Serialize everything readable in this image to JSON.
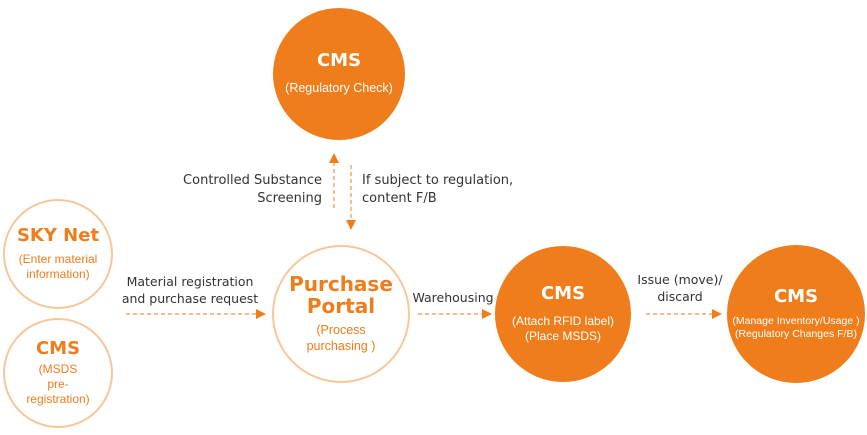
{
  "colors": {
    "accent": "#ef7d1b",
    "outline": "#f7c79a",
    "label": "#333333"
  },
  "nodes": {
    "regulatory": {
      "title": "CMS",
      "sub": "(Regulatory Check)"
    },
    "skynet": {
      "title": "SKY Net",
      "sub": "(Enter material\ninformation)"
    },
    "cms_msds": {
      "title": "CMS",
      "sub": "(MSDS\npre-\nregistration)"
    },
    "portal": {
      "title": "Purchase\nPortal",
      "sub": "(Process\npurchasing )"
    },
    "attach": {
      "title": "CMS",
      "sub": "(Attach RFID label)\n(Place MSDS)"
    },
    "manage": {
      "title": "CMS",
      "sub": "(Manage Inventory/Usage )\n(Regulatory Changes F/B)"
    }
  },
  "edges": {
    "screening": "Controlled Substance\nScreening",
    "regulation": "If subject to regulation,\ncontent F/B",
    "material_request": "Material registration\nand purchase request",
    "warehousing": "Warehousing",
    "issue": "Issue (move)/\ndiscard"
  }
}
